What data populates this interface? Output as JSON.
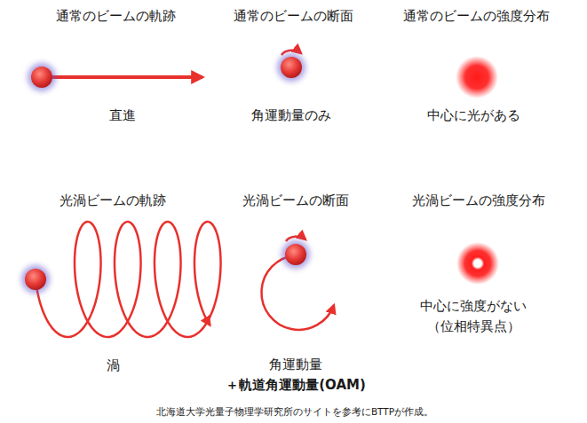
{
  "diagram": {
    "caption": "北海道大学光量子物理学研究所のサイトを参考にBTTPが作成。",
    "labels": [
      "通常のビームの軌跡",
      "通常のビームの断面",
      "通常のビームの強度分布",
      "直進",
      "角運動量のみ",
      "中心に光がある",
      "光渦ビームの軌跡",
      "光渦ビームの断面",
      "光渦ビームの強度分布",
      "渦",
      "中心に強度がない",
      "（位相特異点）",
      "角運動量",
      "＋軌道角運動量(OAM)"
    ]
  }
}
